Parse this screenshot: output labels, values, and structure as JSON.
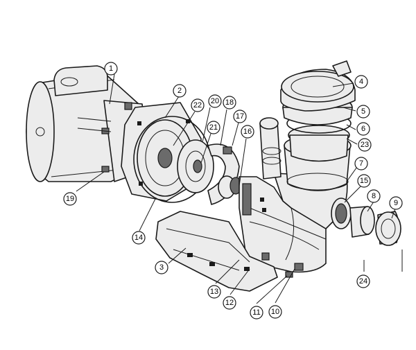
{
  "callouts": {
    "c1": "1",
    "c2": "2",
    "c3": "3",
    "c4": "4",
    "c5": "5",
    "c6": "6",
    "c7": "7",
    "c8": "8",
    "c9": "9",
    "c10": "10",
    "c11": "11",
    "c12": "12",
    "c13": "13",
    "c14": "14",
    "c15": "15",
    "c16": "16",
    "c17": "17",
    "c18": "18",
    "c19": "19",
    "c20": "20",
    "c21": "21",
    "c22": "22",
    "c23": "23",
    "c24": "24"
  }
}
